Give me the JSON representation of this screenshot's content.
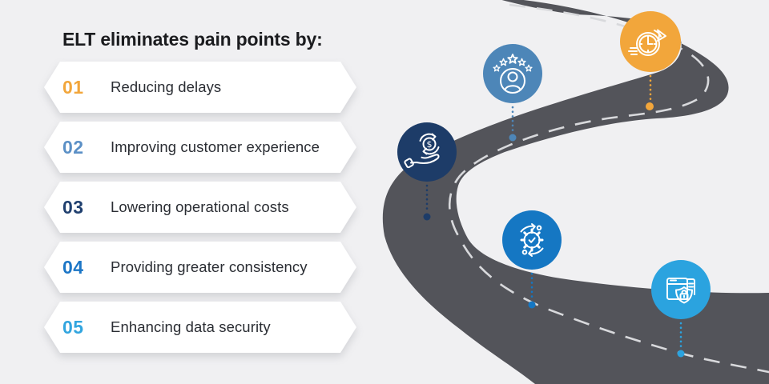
{
  "title": "ELT eliminates pain points by:",
  "items": [
    {
      "number": "01",
      "label": "Reducing delays",
      "color": "#F2A63B"
    },
    {
      "number": "02",
      "label": "Improving customer experience",
      "color": "#5B90C6"
    },
    {
      "number": "03",
      "label": "Lowering operational costs",
      "color": "#20406F"
    },
    {
      "number": "04",
      "label": "Providing greater consistency",
      "color": "#1C76C6"
    },
    {
      "number": "05",
      "label": "Enhancing data security",
      "color": "#32A5DF"
    }
  ],
  "roadmap": {
    "road_color": "#53545A",
    "dash_color": "#D8D9DC",
    "background": "#F0F0F2",
    "icons": [
      {
        "name": "customer-stars-icon",
        "meaning": "customer experience",
        "color": "#4D86B8"
      },
      {
        "name": "speed-clock-icon",
        "meaning": "reduced delays",
        "color": "#F2A63B"
      },
      {
        "name": "money-hand-icon",
        "meaning": "lower costs",
        "color": "#1D3C68"
      },
      {
        "name": "process-check-icon",
        "meaning": "consistency",
        "color": "#1577C3"
      },
      {
        "name": "secure-folder-icon",
        "meaning": "data security",
        "color": "#2BA3DF"
      }
    ]
  }
}
